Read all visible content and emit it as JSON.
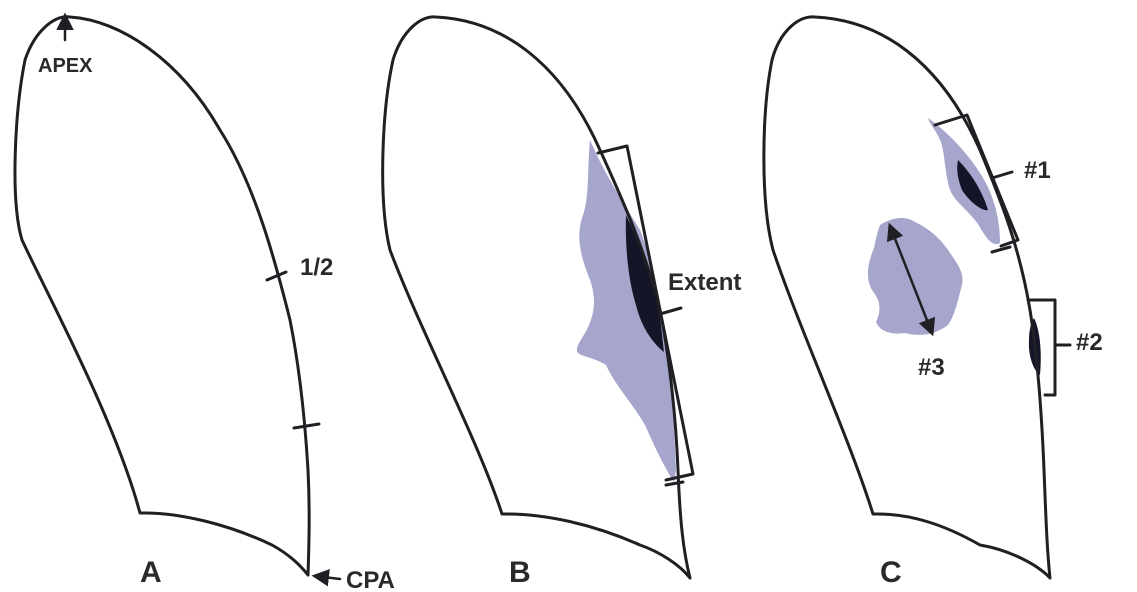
{
  "colors": {
    "outline": "#1f1f24",
    "opacity_fill": "#a6a5cc",
    "pleural_dark": "#151528",
    "label_text": "#2a2a2a"
  },
  "panel_a": {
    "label": "A",
    "apex_label": "APEX",
    "half_label": "1/2",
    "cpa_label": "CPA"
  },
  "panel_b": {
    "label": "B",
    "extent_label": "Extent"
  },
  "panel_c": {
    "label": "C",
    "lesion_1_label": "#1",
    "lesion_2_label": "#2",
    "lesion_3_label": "#3"
  }
}
